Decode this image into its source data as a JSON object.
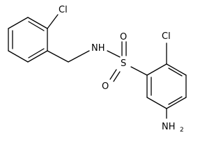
{
  "molecule": {
    "atom_labels": {
      "cl_top": "Cl",
      "nh": "NH",
      "sulfur": "S",
      "oxygen_top": "O",
      "oxygen_bottom": "O",
      "cl_right": "Cl",
      "amine_n": "NH",
      "amine_subscript": "2"
    },
    "colors": {
      "bond": "#000000",
      "label": "#000000",
      "background": "#ffffff"
    }
  }
}
